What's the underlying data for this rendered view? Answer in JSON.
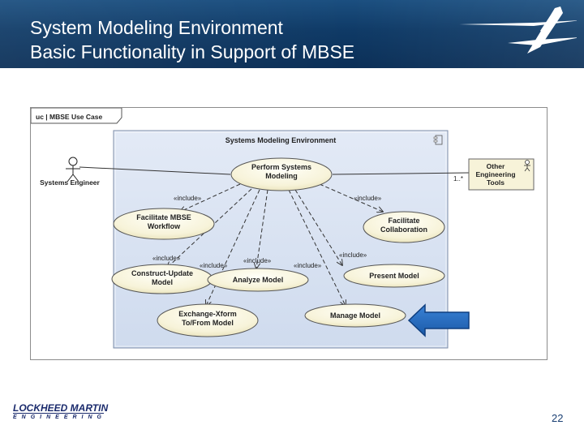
{
  "slide": {
    "title_line1": "System Modeling Environment",
    "title_line2": "Basic Functionality in Support of MBSE",
    "page_number": "22"
  },
  "branding": {
    "logo_text_top": "LOCKHEED MARTIN",
    "logo_text_bottom": "ENGINEERING",
    "logo_icon": "lockheed-star-icon"
  },
  "diagram": {
    "frame_label": "uc | MBSE Use Case",
    "subject_title": "Systems Modeling Environment",
    "actors": {
      "left": "Systems Engineer",
      "right": "Other Engineering Tools"
    },
    "multiplicity": "1..*",
    "use_cases": {
      "perform": "Perform Systems Modeling",
      "workflow": "Facilitate MBSE Workflow",
      "collab": "Facilitate Collaboration",
      "construct": "Construct-Update Model",
      "analyze": "Analyze Model",
      "present": "Present Model",
      "exchange": "Exchange-Xform To/From Model",
      "manage": "Manage Model"
    },
    "include_label": "«include»",
    "arrow_color": "#2166b5",
    "subject_color": "#d9e3f2"
  }
}
